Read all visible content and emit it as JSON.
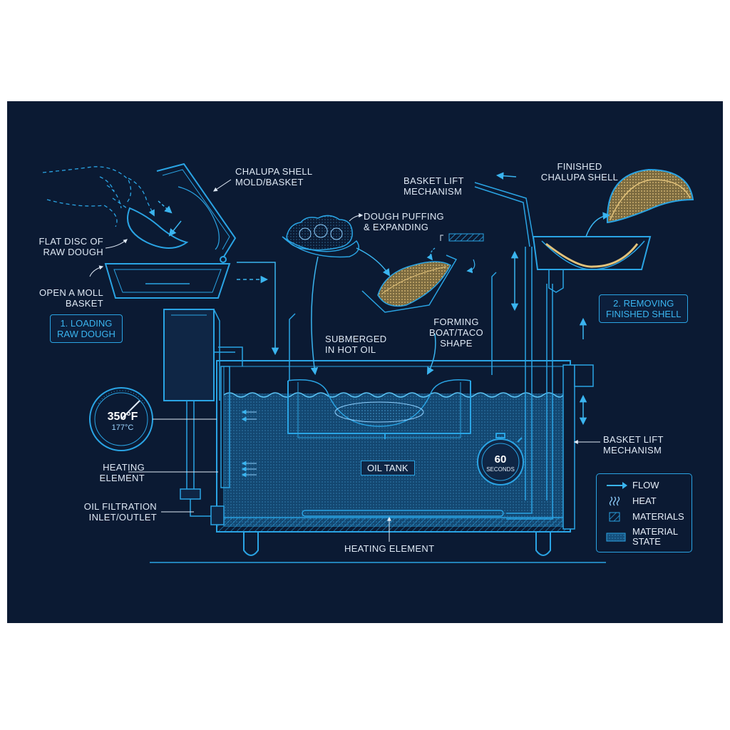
{
  "labels": {
    "chalupa_shell_mold": "CHALUPA SHELL\nMOLD/BASKET",
    "flat_disc": "FLAT DISC OF\nRAW DOUGH",
    "open_basket": "OPEN A MOLL\nBASKET",
    "dough_puffing": "DOUGH PUFFING\n& EXPANDING",
    "basket_lift_top": "BASKET LIFT\nMECHANISM",
    "finished_shell": "FINISHED\nCHALUPA SHELL",
    "submerged": "SUBMERGED\nIN HOT OIL",
    "forming": "FORMING\nBOAT/TACO\nSHAPE",
    "heating_element_left": "HEATING\nELEMENT",
    "oil_filtration": "OIL FILTRATION\nINLET/OUTLET",
    "basket_lift_right": "BASKET LIFT\nMECHANISM",
    "heating_element_bottom": "HEATING ELEMENT",
    "oil_tank": "OIL TANK"
  },
  "steps": {
    "step1": "1. LOADING\nRAW DOUGH",
    "step2": "2. REMOVING\nFINISHED SHELL"
  },
  "gauge": {
    "temp_f": "350°F",
    "temp_c": "177°C"
  },
  "timer": {
    "value": "60",
    "unit": "SECONDS"
  },
  "legend": {
    "flow": "FLOW",
    "heat": "HEAT",
    "materials": "MATERIALS",
    "material_state": "MATERIAL\nSTATE"
  },
  "colors": {
    "background": "#0b1a33",
    "line": "#2aa4e4",
    "dough": "#c9a25a",
    "oil": "#1b5a8c"
  }
}
